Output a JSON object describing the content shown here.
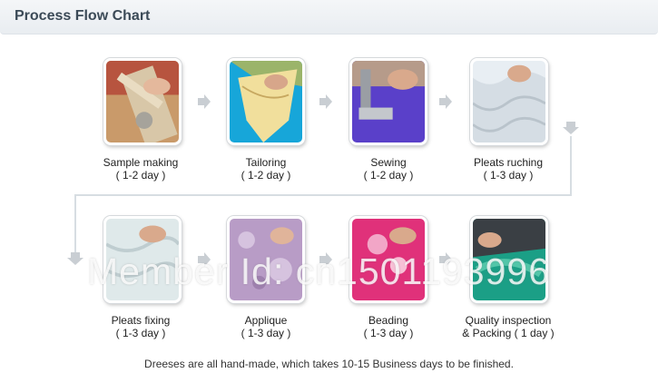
{
  "header": {
    "title": "Process Flow Chart"
  },
  "steps": [
    {
      "name": "Sample making",
      "duration": "( 1-2 day )"
    },
    {
      "name": "Tailoring",
      "duration": "( 1-2 day )"
    },
    {
      "name": "Sewing",
      "duration": "( 1-2 day )"
    },
    {
      "name": "Pleats ruching",
      "duration": "( 1-3 day )"
    },
    {
      "name": "Pleats fixing",
      "duration": "( 1-3 day )"
    },
    {
      "name": "Applique",
      "duration": "( 1-3 day )"
    },
    {
      "name": "Beading",
      "duration": "( 1-3 day )"
    },
    {
      "name": "Quality inspection",
      "name2": "& Packing ( 1 day )"
    }
  ],
  "watermark": "Member Id: cn1501193996",
  "footer": "Dreeses are all hand-made, which takes 10-15 Business days to be finished.",
  "colors": {
    "arrow": "#c9ced3",
    "connector": "#d7dde2",
    "title": "#3b4a57"
  }
}
